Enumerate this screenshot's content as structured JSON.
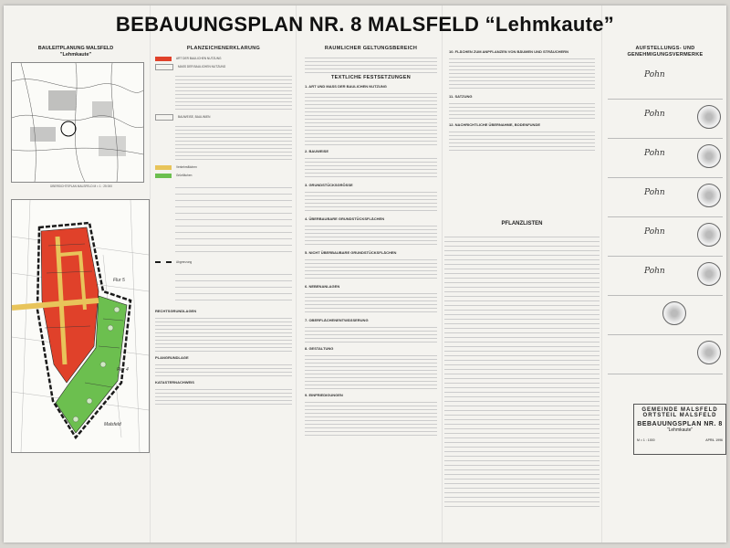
{
  "header": {
    "title": "BEBAUUNGSPLAN NR. 8 MALSFELD “Lehmkaute”"
  },
  "map": {
    "title_line1": "BAULEITPLANUNG MALSFELD",
    "title_line2": "\"Lehmkaute\"",
    "overview_caption": "ÜBERSICHTSPLAN MALSFELD  M = 1 : 25 000",
    "flur_label_1": "Flur 5",
    "flur_label_2": "Flur 4",
    "handnote": "Malsfeld",
    "colors": {
      "red": "#e0412a",
      "green": "#6cbf4f",
      "yellow": "#e8c45a",
      "black": "#1a1a1a"
    }
  },
  "legend": {
    "title": "PLANZEICHENERKLÄRUNG",
    "items": [
      {
        "label": "ART DER BAULICHEN NUTZUNG",
        "swatch": "#e0412a"
      },
      {
        "label": "MASS DER BAULICHEN NUTZUNG",
        "swatch": "none"
      },
      {
        "label": "BAUWEISE, BAULINIEN",
        "swatch": "none"
      },
      {
        "label": "Verkehrsflächen",
        "swatch": "#e8c45a"
      },
      {
        "label": "Grünflächen",
        "swatch": "#6cbf4f"
      },
      {
        "label": "Abgrenzung",
        "swatch": "#1a1a1a"
      }
    ],
    "sections": [
      "RECHTSGRUNDLAGEN",
      "PLANGRUNDLAGE",
      "KATASTERNACHWEIS"
    ]
  },
  "middle": {
    "h1": "RÄUMLICHER GELTUNGSBEREICH",
    "h2": "TEXTLICHE FESTSETZUNGEN",
    "subs": [
      "1. ART UND MASS DER BAULICHEN NUTZUNG",
      "2. BAUWEISE",
      "3. GRUNDSTÜCKSGRÖSSE",
      "4. ÜBERBAUBARE GRUNDSTÜCKSFLÄCHEN",
      "5. NICHT ÜBERBAUBARE GRUNDSTÜCKSFLÄCHEN",
      "6. NEBENANLAGEN",
      "7. OBERFLÄCHENENTWÄSSERUNG",
      "8. GESTALTUNG",
      "9. EINFRIEDIGUNGEN"
    ]
  },
  "right_text": {
    "h1": "10. FLÄCHEN ZUM ANPFLANZEN VON BÄUMEN UND STRÄUCHERN",
    "h2": "11. SATZUNG",
    "h3": "12. NACHRICHTLICHE ÜBERNAHME, BODENFUNDE",
    "plants_title": "PFLANZLISTEN"
  },
  "verfahren": {
    "title": "AUFSTELLUNGS- UND GENEHMIGUNGSVERMERKE",
    "signature": "Pohn"
  },
  "titlebox": {
    "line1": "GEMEINDE MALSFELD",
    "line2": "ORTSTEIL MALSFELD",
    "line3": "BEBAUUNGSPLAN NR. 8",
    "line4": "\"Lehmkaute\"",
    "scale": "M = 1 : 1000",
    "date": "APRIL 1996"
  }
}
